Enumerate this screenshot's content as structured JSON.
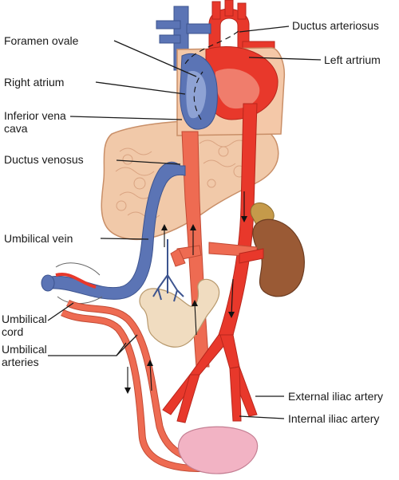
{
  "diagram": {
    "title": "",
    "labels": {
      "foramen_ovale": "Foramen ovale",
      "right_atrium": "Right atrium",
      "inferior_vena_cava_1": "Inferior vena",
      "inferior_vena_cava_2": "cava",
      "ductus_venosus": "Ductus venosus",
      "umbilical_vein": "Umbilical vein",
      "umbilical_cord_1": "Umbilical",
      "umbilical_cord_2": "cord",
      "umbilical_arteries_1": "Umbilical",
      "umbilical_arteries_2": "arteries",
      "ductus_arteriosus": "Ductus arteriosus",
      "left_atrium": "Left artrium",
      "external_iliac_artery": "External iliac artery",
      "internal_iliac_artery": "Internal iliac artery"
    },
    "colors": {
      "oxygenated": "#e8382b",
      "mixed": "#ee6b52",
      "deoxygenated": "#5b74b5",
      "liver": "#f1c9a9",
      "kidney": "#9a5a35",
      "intestine": "#f0dcc0",
      "bladder": "#f2b3c4",
      "heart_shell": "#f4c8a8"
    }
  }
}
